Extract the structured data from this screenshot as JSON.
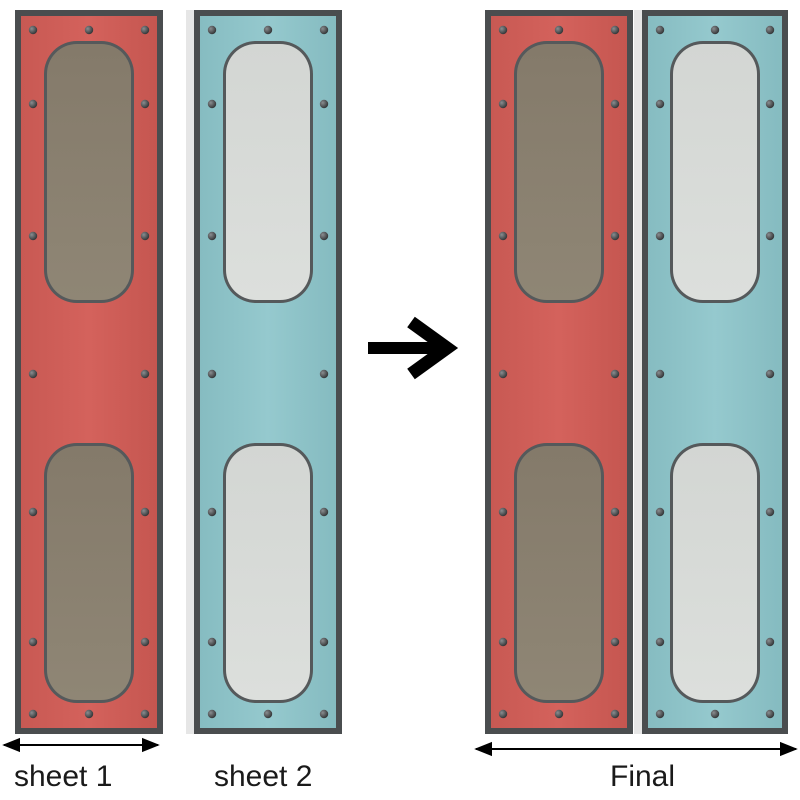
{
  "labels": {
    "sheet1": "sheet 1",
    "sheet2": "sheet 2",
    "final": "Final"
  },
  "colors": {
    "red_panel": "#cf5f5a",
    "blue_panel": "#8ec3c8",
    "frame": "#4a4d4f",
    "dark_window": "#8b8170",
    "light_window": "#d7dad7",
    "rivet": "#4d4f51",
    "arrow": "#000000"
  },
  "icons": {
    "transform_arrow": "right-arrow-icon",
    "dimension_arrow": "double-headed-arrow-icon"
  }
}
